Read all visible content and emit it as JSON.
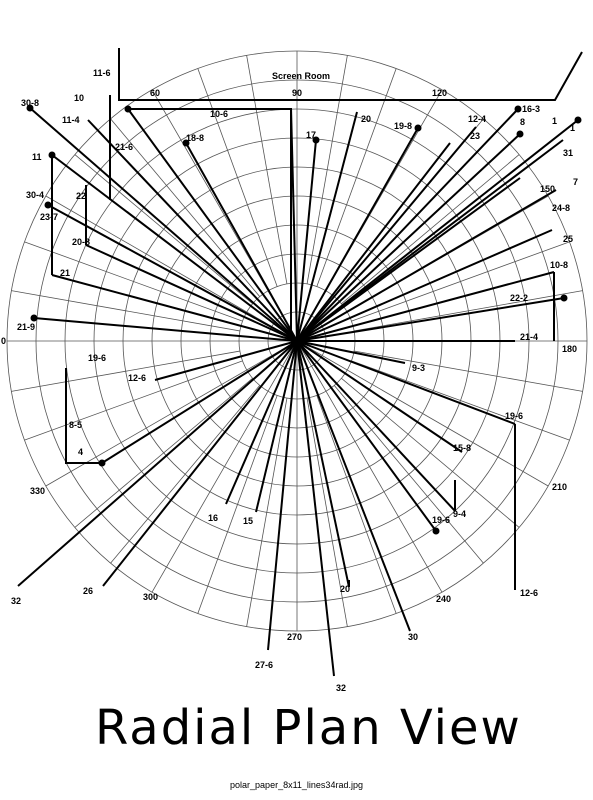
{
  "title": "Radial Plan View",
  "filename": "polar_paper_8x11_lines34rad.jpg",
  "screen_room_label": "Screen Room",
  "angle_labels": [
    "0",
    "60",
    "90",
    "120",
    "150",
    "180",
    "210",
    "240",
    "270",
    "300",
    "330"
  ],
  "radial_labels": [
    "1",
    "1",
    "4",
    "7",
    "8",
    "9-3",
    "9-4",
    "10",
    "10-6",
    "10-8",
    "11",
    "11-4",
    "11-6",
    "12-4",
    "12-6",
    "12-6",
    "15",
    "15-8",
    "16",
    "16-3",
    "17",
    "18-8",
    "19-6",
    "19-6",
    "19-6",
    "19-8",
    "20",
    "20",
    "20-8",
    "21",
    "21-4",
    "21-6",
    "21-9",
    "22",
    "22-2",
    "23",
    "23-7",
    "24-8",
    "25",
    "26",
    "27-6",
    "30",
    "30-4",
    "30-8",
    "31",
    "32",
    "32",
    "8-5"
  ]
}
